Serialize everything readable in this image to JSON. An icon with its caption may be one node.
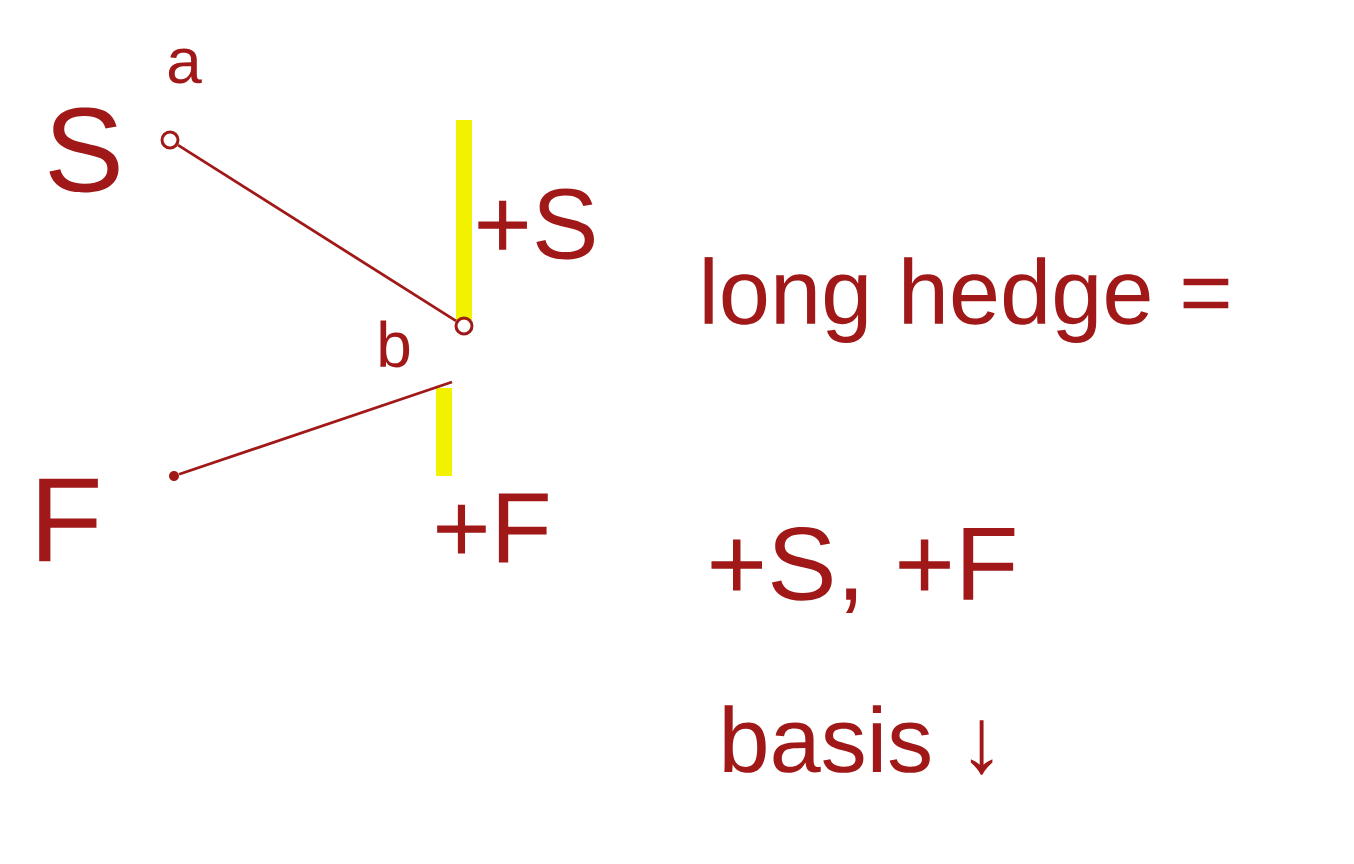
{
  "diagram": {
    "nodes": [
      {
        "text": [],
        "shape": "circle",
        "beside": [
          "a"
        ]
      },
      {
        "text": [],
        "shape": "circle",
        "beside": [
          "b"
        ]
      },
      {
        "text": [],
        "shape": "dot"
      }
    ],
    "edges": [
      {
        "from": 0,
        "to": 1,
        "arrow": "none"
      },
      {
        "from": 2,
        "to": null,
        "arrow": "none"
      }
    ],
    "labels": [
      "S",
      "+S",
      "F",
      "+F",
      "long hedge =",
      "+S, +F",
      "basis ↓"
    ]
  }
}
